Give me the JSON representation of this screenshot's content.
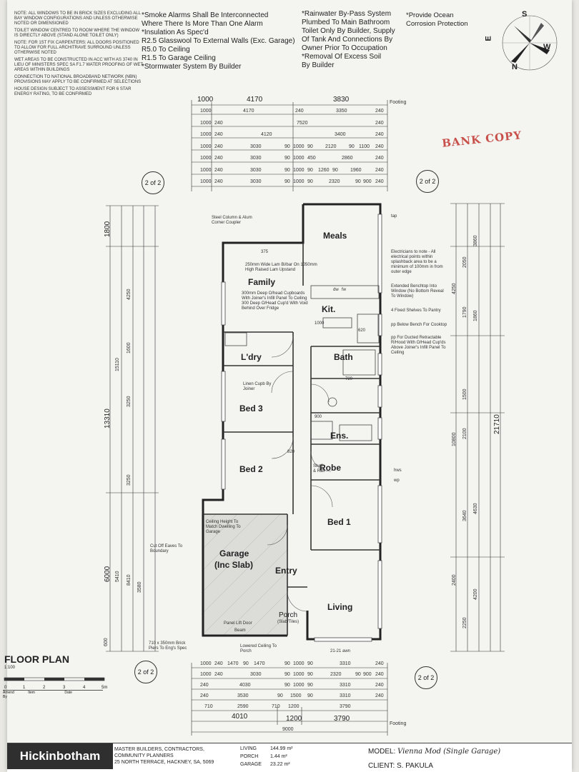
{
  "notes_left": [
    "Note: all windows to be in brick sizes excluding all bay window configurations and unless otherwise noted or dimensioned",
    "Toilet window centred to room where the window is directly above (stand alone toilet only)",
    "Note: for 1st fix carpenters: all doors positioned to allow for full architrave surround unless otherwise noted",
    "Wet areas to be constructed in ACC with AS 3740 in lieu of ministers spec SA F1.7 water proofing of wet areas within buildings",
    "Connection to national broadband network (NBN) provisions may apply to be confirmed at selections",
    "House design subject to assessment for 6 star energy rating, to be confirmed"
  ],
  "specs_col1": [
    "*Smoke Alarms Shall Be Interconnected",
    "Where There Is More Than One Alarm",
    "*Insulation As Spec'd",
    "R2.5 Glasswool To External Walls (Exc. Garage)",
    "R5.0 To Ceiling",
    "R1.5 To Garage Ceiling",
    "*Stormwater System By Builder"
  ],
  "specs_col2": [
    "*Rainwater By-Pass System",
    "Plumbed To Main Bathroom",
    "Toilet Only By Builder, Supply",
    "Of Tank And Connections By",
    "Owner Prior To Occupation",
    "*Removal Of Excess Soil",
    "By Builder"
  ],
  "specs_col3": [
    "*Provide Ocean",
    "Corrosion Protection"
  ],
  "compass": {
    "n": "N",
    "s": "S",
    "e": "E",
    "w": "W"
  },
  "stamp": "BANK COPY",
  "rooms": {
    "meals": "Meals",
    "family": "Family",
    "kitchen": "Kit.",
    "laundry": "L'dry",
    "bath": "Bath",
    "bed3": "Bed 3",
    "ensuite": "Ens.",
    "bed2": "Bed 2",
    "robe": "Robe",
    "bed1": "Bed 1",
    "garage": "Garage",
    "garage_sub": "(Inc Slab)",
    "entry": "Entry",
    "living": "Living",
    "porch": "Porch",
    "porch_sub": "(Slab/Tiles)"
  },
  "annotations": {
    "steel_column": "Steel Column & Alum Corner Coupler",
    "bibar": "250mm Wide Lam Bi/bar On 1050mm High Raised Lam Upstand",
    "cupboards": "300mm Deep O/head Cupboards With Joiner's Infill Panel To Ceiling 300 Deep O/Head Cup'd With Void Behind Over Fridge",
    "electricians": "Electricians to note - All electrical points within splashback area to be a minimum of 100mm in from outer edge",
    "benchtop": "Extended Benchtop Into Window (No Bottom Reveal To Window)",
    "shelves": "4 Fixed Shelves To Pantry",
    "cooktop": "pp Below Bench For Cooktop",
    "rangehood": "pp For Ducted Retractable R/Hood With O/Head Cup'ds Above Joiner's Infill Panel To Ceiling",
    "linen": "Linen Cupb By Joiner",
    "ceiling_height": "Ceiling Height To Match Dwelling To Garage",
    "cut_eaves": "Cut Off Eaves To Boundary",
    "panel_door": "Panel Lift Door",
    "lowered_ceiling": "Lowered Ceiling To Porch",
    "brick_piers": "710 x 350mm Brick Piers To Eng's Spec",
    "beam": "Beam",
    "shelf_rail": "Shelf & Rail",
    "hws": "hws",
    "wp": "wp",
    "dw": "dw",
    "tap": "tap",
    "fw": "fw",
    "awn": "21-21 awn",
    "dim_375": "375",
    "dim_1000": "1000",
    "dim_620": "620",
    "dim_720": "720",
    "dim_820": "820",
    "dim_900": "900"
  },
  "top_dims": {
    "main": [
      "1000",
      "4170",
      "3830"
    ],
    "footing": "Footing",
    "rows": [
      [
        "1000",
        "4170",
        "240",
        "3350",
        "240"
      ],
      [
        "1000",
        "240",
        "7520",
        "240"
      ],
      [
        "1000",
        "240",
        "4120",
        "3400",
        "240"
      ],
      [
        "1000",
        "240",
        "3030",
        "90",
        "1000",
        "90",
        "2120",
        "90",
        "1100",
        "240"
      ],
      [
        "1000",
        "240",
        "3030",
        "90",
        "1000",
        "450",
        "2860",
        "240"
      ],
      [
        "1000",
        "240",
        "3030",
        "90",
        "1000",
        "90",
        "1260",
        "90",
        "1960",
        "240"
      ],
      [
        "1000",
        "240",
        "3030",
        "90",
        "1000",
        "90",
        "2320",
        "90",
        "900",
        "240"
      ]
    ]
  },
  "bottom_dims": {
    "rows": [
      [
        "1000",
        "240",
        "1470",
        "90",
        "1470",
        "90",
        "1000",
        "90",
        "3310",
        "240"
      ],
      [
        "1000",
        "240",
        "3030",
        "90",
        "1000",
        "90",
        "2320",
        "90",
        "900",
        "240"
      ],
      [
        "240",
        "4030",
        "90",
        "1000",
        "90",
        "3310",
        "240"
      ],
      [
        "240",
        "3530",
        "90",
        "1500",
        "90",
        "3310",
        "240"
      ],
      [
        "710",
        "2590",
        "710",
        "1200",
        "3790"
      ]
    ],
    "main": [
      "4010",
      "1200",
      "3790"
    ],
    "total": "9000",
    "footing": "Footing"
  },
  "left_dims": {
    "total": "13310",
    "sub_total": "15110",
    "upper": [
      "1800"
    ],
    "main": [
      "6000"
    ],
    "inner": [
      "4250",
      "1600",
      "3250",
      "3250",
      "5410",
      "8410",
      "3580",
      "600"
    ]
  },
  "right_dims": {
    "total": "21710",
    "sub_total": "10800",
    "upper": [
      "3860"
    ],
    "inner": [
      "4250",
      "2050",
      "1790",
      "1860",
      "1500",
      "2100",
      "3640",
      "4630",
      "2400",
      "4200",
      "2250"
    ]
  },
  "sheet_refs": [
    "2 of 2",
    "2 of 2",
    "2 of 2",
    "2 of 2"
  ],
  "floor_plan": {
    "title": "FLOOR PLAN",
    "scale": "1:100",
    "scale_marks": [
      "0",
      "1",
      "2",
      "3",
      "4",
      "5m"
    ],
    "amend_headers": [
      "Amend",
      "Item",
      "Date",
      "By"
    ]
  },
  "titleblock": {
    "brand": "Hickinbotham",
    "company_lines": [
      "Master Builders, Contractors,",
      "Community Planners",
      "25 North Terrace, Hackney, SA, 5069"
    ],
    "areas": [
      {
        "label": "LIVING",
        "value": "144.99 m²"
      },
      {
        "label": "PORCH",
        "value": "1.44 m²"
      },
      {
        "label": "GARAGE",
        "value": "23.22 m²"
      }
    ],
    "model_label": "MODEL:",
    "model": "Vienna Mod (Single Garage)",
    "client_label": "CLIENT:",
    "client": "S. PAKULA"
  }
}
